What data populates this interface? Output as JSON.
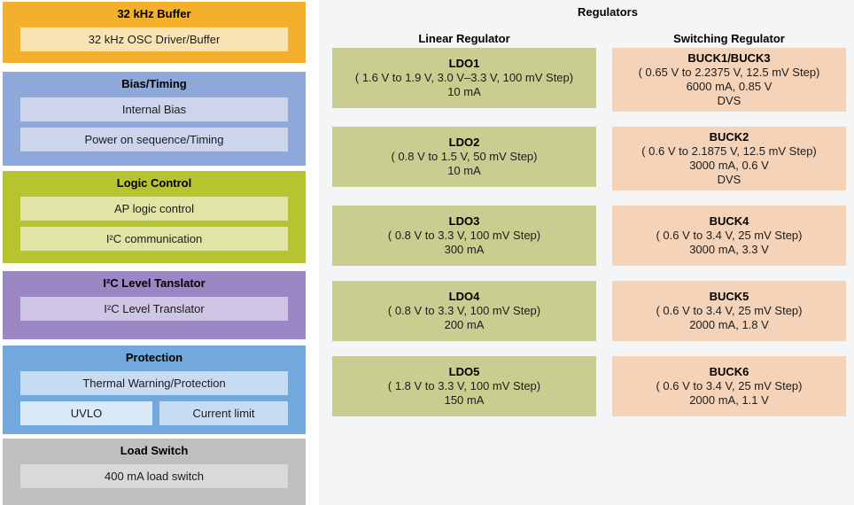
{
  "palette": {
    "page_bg": "#FFFFFF",
    "panel_bg": "#F4F5F7",
    "text": "#1C1C1C",
    "buffer_header": "#F2B02D",
    "buffer_body": "#FAE3B2",
    "bias_header": "#8FA8DA",
    "bias_body": "#CDD5ED",
    "logic_header": "#B6C42F",
    "logic_body": "#E0E5A5",
    "i2c_header": "#9C87C5",
    "i2c_body": "#CFC6E5",
    "protection_header": "#72A8DB",
    "protection_body": "#C7DCF2",
    "protection_body_light": "#DBEAF9",
    "load_header": "#BFBFBF",
    "load_body": "#D9D9D9",
    "ldo_box": "#C9CD8F",
    "buck_box": "#F5D3B8"
  },
  "left_panel": {
    "sections": [
      {
        "title": "32 kHz Buffer",
        "items": [
          "32 kHz OSC Driver/Buffer"
        ]
      },
      {
        "title": "Bias/Timing",
        "items": [
          "Internal Bias",
          "Power on sequence/Timing"
        ]
      },
      {
        "title": "Logic Control",
        "items": [
          "AP logic control",
          "I²C communication"
        ]
      },
      {
        "title": "I²C Level Tanslator",
        "items": [
          "I²C Level Translator"
        ]
      },
      {
        "title": "Protection",
        "items": [
          "Thermal Warning/Protection",
          "UVLO",
          "Current limit"
        ]
      },
      {
        "title": "Load Switch",
        "items": [
          "400 mA load switch"
        ]
      }
    ]
  },
  "regulators": {
    "title": "Regulators",
    "linear": {
      "header": "Linear Regulator",
      "units": [
        {
          "name": "LDO1",
          "range": "( 1.6 V to 1.9 V, 3.0 V–3.3 V, 100 mV Step)",
          "output": "10 mA"
        },
        {
          "name": "LDO2",
          "range": "( 0.8 V to 1.5 V, 50 mV Step)",
          "output": "10 mA"
        },
        {
          "name": "LDO3",
          "range": "( 0.8 V to 3.3 V, 100 mV Step)",
          "output": "300 mA"
        },
        {
          "name": "LDO4",
          "range": "( 0.8 V to 3.3 V, 100 mV Step)",
          "output": "200 mA"
        },
        {
          "name": "LDO5",
          "range": "( 1.8 V to 3.3 V, 100 mV Step)",
          "output": "150 mA"
        }
      ]
    },
    "switching": {
      "header": "Switching Regulator",
      "units": [
        {
          "name": "BUCK1/BUCK3",
          "range": "( 0.65 V to 2.2375 V, 12.5 mV Step)",
          "output": "6000 mA, 0.85 V",
          "flag": "DVS"
        },
        {
          "name": "BUCK2",
          "range": "( 0.6 V to 2.1875 V, 12.5 mV Step)",
          "output": "3000 mA, 0.6 V",
          "flag": "DVS"
        },
        {
          "name": "BUCK4",
          "range": "( 0.6 V to 3.4 V, 25 mV Step)",
          "output": "3000 mA, 3.3 V"
        },
        {
          "name": "BUCK5",
          "range": "( 0.6 V to 3.4 V, 25 mV Step)",
          "output": "2000 mA, 1.8 V"
        },
        {
          "name": "BUCK6",
          "range": "( 0.6 V to 3.4 V, 25 mV Step)",
          "output": "2000 mA, 1.1 V"
        }
      ]
    }
  }
}
